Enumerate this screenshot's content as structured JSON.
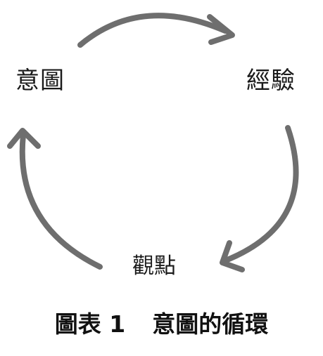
{
  "nodes": {
    "intention": "意圖",
    "experience": "經驗",
    "viewpoint": "觀點"
  },
  "caption": {
    "figure_label": "圖表 1",
    "title": "意圖的循環"
  },
  "colors": {
    "arrow": "#6e6e6e",
    "text": "#1a1a1a"
  }
}
